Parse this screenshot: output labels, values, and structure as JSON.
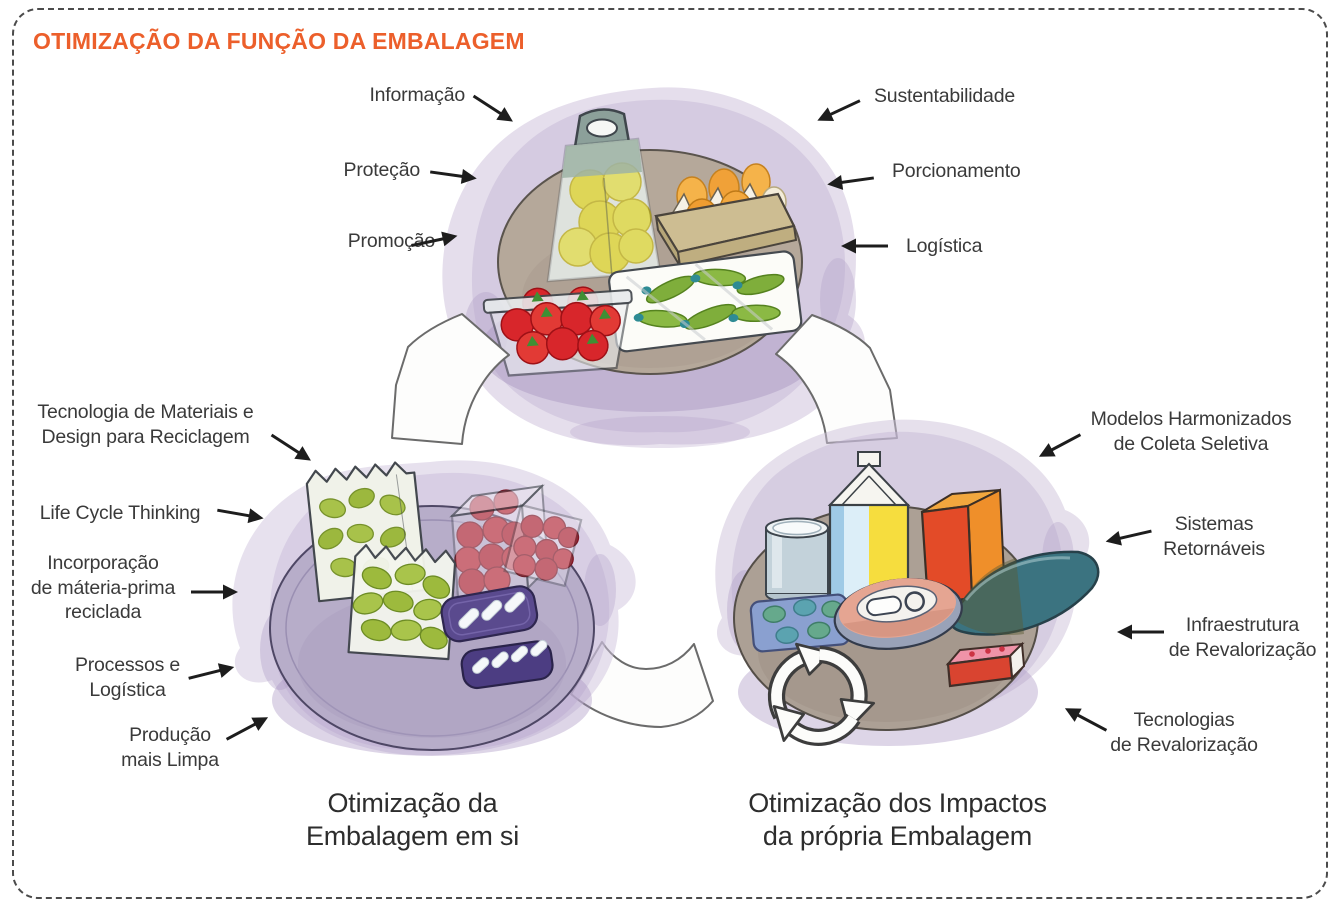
{
  "title": "OTIMIZAÇÃO DA FUNÇÃO DA EMBALAGEM",
  "colors": {
    "accent_orange": "#EC5F2B",
    "label_text": "#3A3A3A",
    "watercolor_purple": "#CFC3DD",
    "plate_taupe": "#B5A89A",
    "plate_purple": "#B7ADC9",
    "arrow_black": "#1D1D1D"
  },
  "icons": {
    "label_arrow": "black-tapered-arrow",
    "recycling": "recycling-arrows-triangle",
    "cycle_band": "white-ring-segment-arrow"
  },
  "top_cluster": {
    "illustration": "tray-with-packaged-foods",
    "left_labels": [
      "Informação",
      "Proteção",
      "Promoção"
    ],
    "right_labels": [
      "Sustentabilidade",
      "Porcionamento",
      "Logística"
    ]
  },
  "bottom_left_cluster": {
    "illustration": "tray-with-recyclable-packs",
    "labels": [
      "Tecnologia de Materiais e\nDesign para Reciclagem",
      "Life Cycle Thinking",
      "Incorporação\nde máteria-prima\nreciclada",
      "Processos e\nLogística",
      "Produção\nmais Limpa"
    ],
    "caption": "Otimização da\nEmbalagem em si"
  },
  "bottom_right_cluster": {
    "illustration": "tray-with-cartons-cans-recycling",
    "labels": [
      "Modelos Harmonizados\nde Coleta Seletiva",
      "Sistemas\nRetornáveis",
      "Infraestrutura\nde Revalorização",
      "Tecnologias\nde Revalorização"
    ],
    "caption": "Otimização dos Impactos\nda própria Embalagem"
  }
}
